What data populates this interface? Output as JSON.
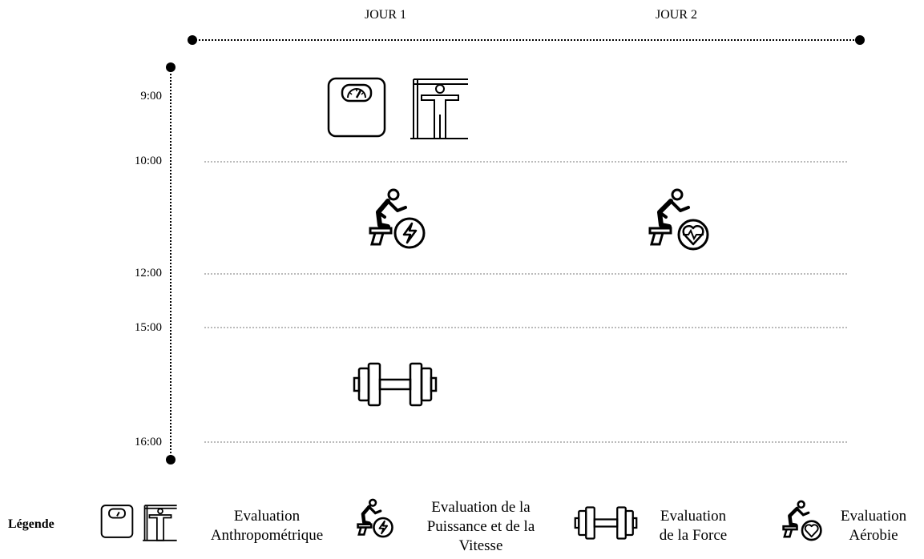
{
  "days": [
    "JOUR 1",
    "JOUR 2"
  ],
  "times": [
    "9:00",
    "10:00",
    "12:00",
    "15:00",
    "16:00"
  ],
  "schedule": [
    {
      "day": "JOUR 1",
      "slot": "9:00",
      "activity": "Evaluation Anthropométrique",
      "icons": [
        "weighing-scale-icon",
        "height-measure-icon"
      ]
    },
    {
      "day": "JOUR 1",
      "slot": "10:00",
      "activity": "Evaluation de la Puissance et de la Vitesse",
      "icons": [
        "cyclist-power-icon"
      ]
    },
    {
      "day": "JOUR 2",
      "slot": "10:00",
      "activity": "Evaluation Aérobie",
      "icons": [
        "cyclist-heart-icon"
      ]
    },
    {
      "day": "JOUR 1",
      "slot": "15:00",
      "activity": "Evaluation de la Force",
      "icons": [
        "dumbbell-icon"
      ]
    }
  ],
  "legend": {
    "title": "Légende",
    "items": [
      {
        "line1": "Evaluation",
        "line2": "Anthropométrique",
        "line3": ""
      },
      {
        "line1": "Evaluation de la",
        "line2": "Puissance et de la",
        "line3": "Vitesse"
      },
      {
        "line1": "Evaluation",
        "line2": "de la Force",
        "line3": ""
      },
      {
        "line1": "Evaluation",
        "line2": "Aérobie",
        "line3": ""
      }
    ]
  }
}
